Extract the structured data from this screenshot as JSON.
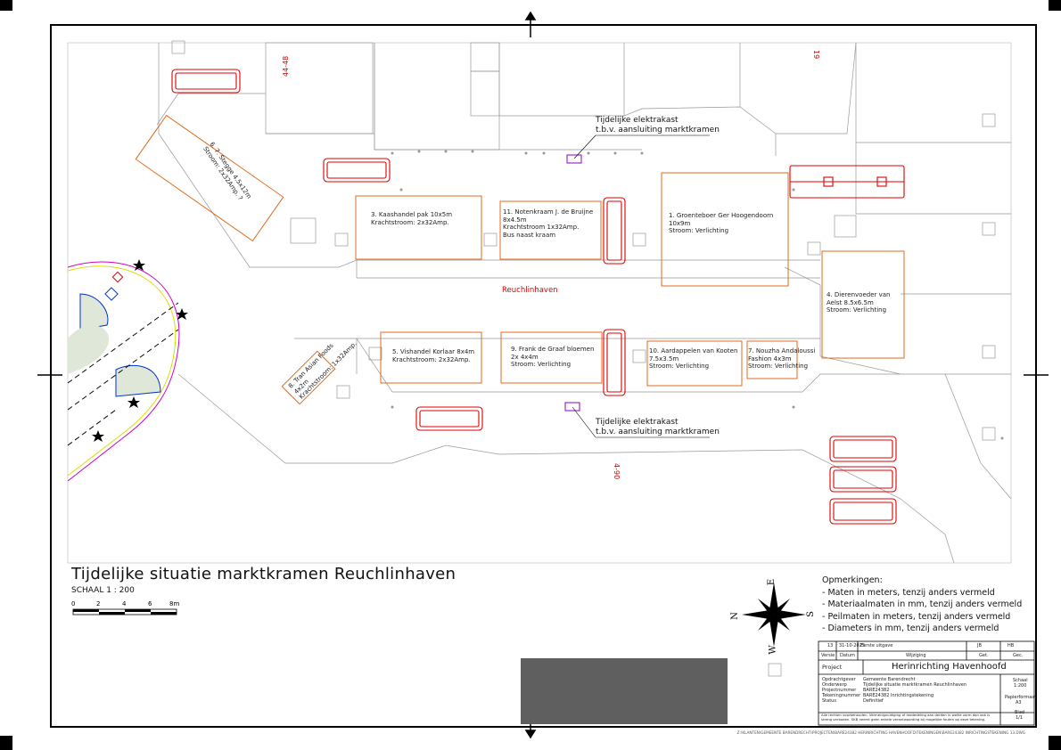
{
  "drawing": {
    "title": "Tijdelijke situatie marktkramen Reuchlinhaven",
    "scale_label": "SCHAAL 1 : 200",
    "scale_ticks": [
      "0",
      "2",
      "4",
      "6",
      "8m"
    ],
    "street_name": "Reuchlinhaven",
    "house_numbers": [
      "44-48",
      "19",
      "4-90"
    ]
  },
  "annotations": {
    "kast_top": {
      "line1": "Tijdelijke elektrakast",
      "line2": "t.b.v. aansluiting marktkramen"
    },
    "kast_bottom": {
      "line1": "Tijdelijke elektrakast",
      "line2": "t.b.v. aansluiting marktkramen"
    }
  },
  "stalls": [
    {
      "id": "s6",
      "text": "6. 7. Stegge 4.5x12m\nStroom: 2x32Amp. ?"
    },
    {
      "id": "s3",
      "text": "3. Kaashandel pak 10x5m\nKrachtstroom: 2x32Amp."
    },
    {
      "id": "s11",
      "text": "11. Notenkraam J. de Bruijne\n8x4.5m\nKrachtstroom 1x32Amp.\nBus naast kraam"
    },
    {
      "id": "s1",
      "text": "1. Groenteboer Ger Hoogendoorn\n10x9m\nStroom: Verlichting"
    },
    {
      "id": "s4",
      "text": "4. Dierenvoeder van\nAelst 8.5x6.5m\nStroom: Verlichting"
    },
    {
      "id": "s5",
      "text": "5. Vishandel Korlaar 8x4m\nKrachtstroom: 2x32Amp."
    },
    {
      "id": "s9",
      "text": "9. Frank de Graaf bloemen\n2x 4x4m\nStroom: Verlichting"
    },
    {
      "id": "s10",
      "text": "10. Aardappelen van Kooten\n7.5x3.5m\nStroom: Verlichting"
    },
    {
      "id": "s7",
      "text": "7. Nouzha Andaloussi\nFashion 4x3m\nStroom: Verlichting"
    },
    {
      "id": "s8",
      "text": "8. Tran Asian Foods\n4x2m\nKrachtstroom: 1x32Amp."
    }
  ],
  "remarks": {
    "heading": "Opmerkingen:",
    "items": [
      "- Maten in meters, tenzij anders vermeld",
      "- Materiaalmaten in mm, tenzij anders vermeld",
      "- Peilmaten in meters, tenzij anders vermeld",
      "- Diameters in mm, tenzij anders vermeld"
    ]
  },
  "compass": {
    "n": "N",
    "e": "E",
    "s": "S",
    "w": "W"
  },
  "title_block": {
    "revision": {
      "nr": "13",
      "date": "31-10-2025",
      "desc": "Eerste uitgave",
      "by": "JB",
      "check": "HB"
    },
    "revision_headers": [
      "Versie",
      "Datum",
      "Wijziging",
      "Get.",
      "Gec."
    ],
    "project_label": "Project",
    "project_name": "Herinrichting Havenhoofd",
    "rows": [
      {
        "label": "Opdrachtgever",
        "value": "Gemeente Barendrecht"
      },
      {
        "label": "Onderwerp",
        "value": "Tijdelijke situatie marktkramen Reuchlinhaven"
      },
      {
        "label": "Projectnummer",
        "value": "BARE24382"
      },
      {
        "label": "Tekeningnummer",
        "value": "BARE24382 Inrichtingstekening"
      },
      {
        "label": "Status",
        "value": "Definitief"
      }
    ],
    "right": {
      "schaal_label": "Schaal",
      "schaal": "1:200",
      "formaat_label": "Papierformaat",
      "formaat": "A3",
      "blad_label": "Blad",
      "blad": "1/1"
    },
    "disclaimer": "Alle rechten voorbehouden. Vermenigvuldiging of mededeling aan derden in welke vorm dan ook is streng verboden. SKB neemt geen enkele verantwoording bij mogelijke fouten op deze tekening."
  },
  "file_path": "Z:\\KLANTEN\\GEMEENTE BARENDRECHT\\PROJECTEN\\BARE24382 HERINRICHTING HAVENHOOFD\\TEKENINGEN\\BARE24382 INRICHTINGSTEKENING 13.DWG"
}
